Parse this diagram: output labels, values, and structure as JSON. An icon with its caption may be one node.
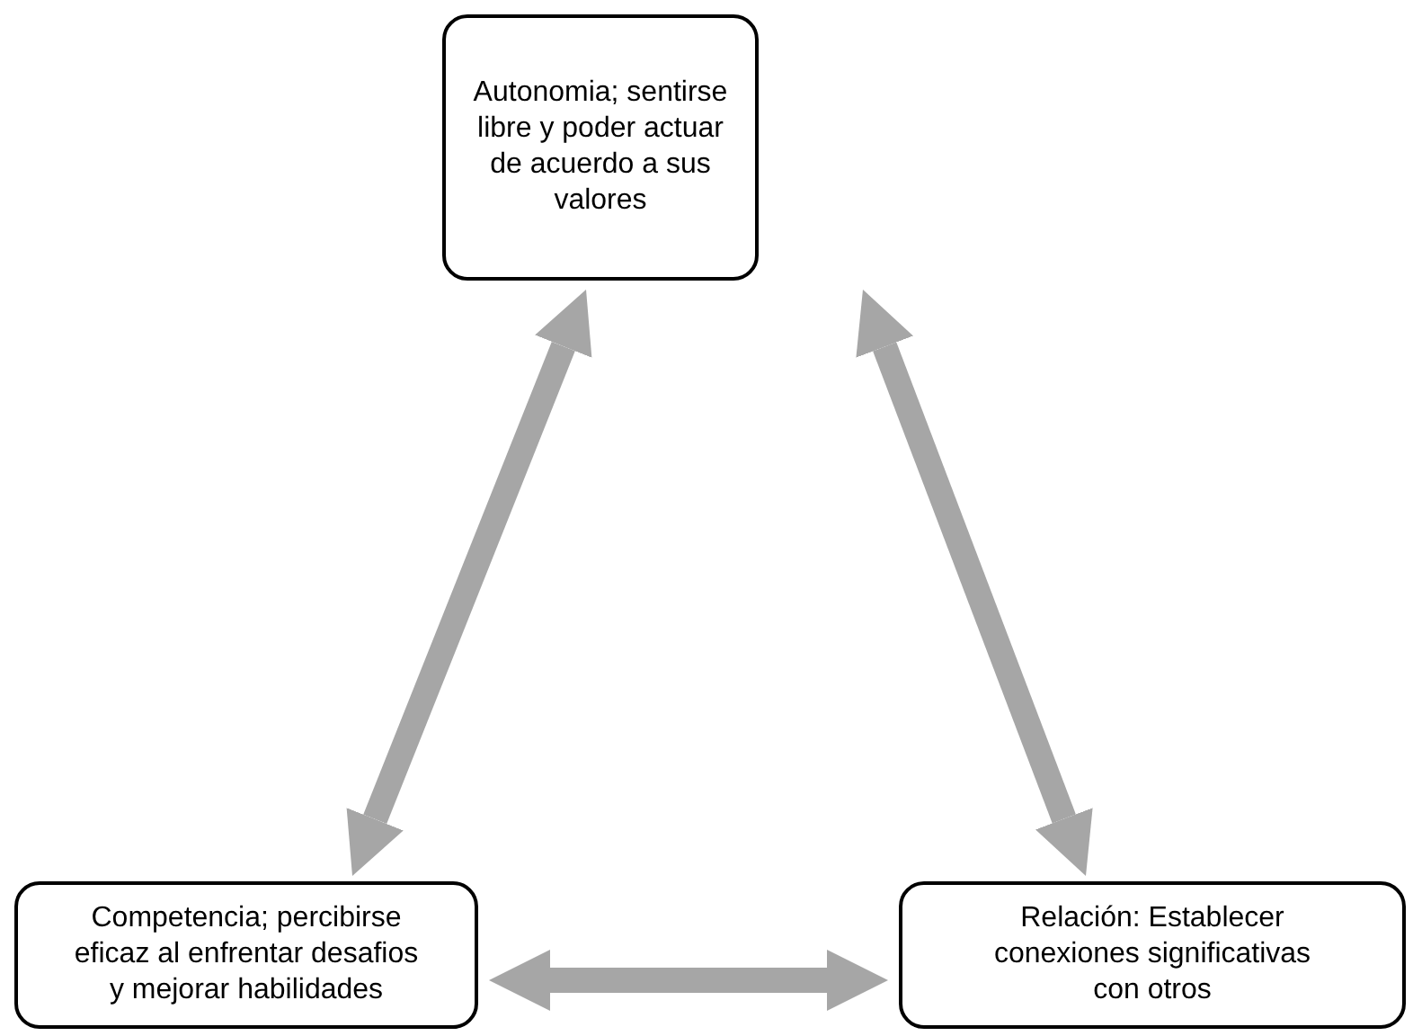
{
  "diagram": {
    "nodes": [
      {
        "text": [
          "Autonomia; sentirse libre y poder actuar de acuerdo a sus valores"
        ]
      },
      {
        "text": [
          "Competencia; percibirse eficaz al enfrentar desafios y mejorar habilidades"
        ]
      },
      {
        "text": [
          "Relación: Establecer conexiones significativas con otros"
        ]
      }
    ],
    "edges": [
      {
        "from": 0,
        "to": 1,
        "arrow": "both"
      },
      {
        "from": 0,
        "to": 2,
        "arrow": "both"
      },
      {
        "from": 1,
        "to": 2,
        "arrow": "both"
      }
    ]
  }
}
